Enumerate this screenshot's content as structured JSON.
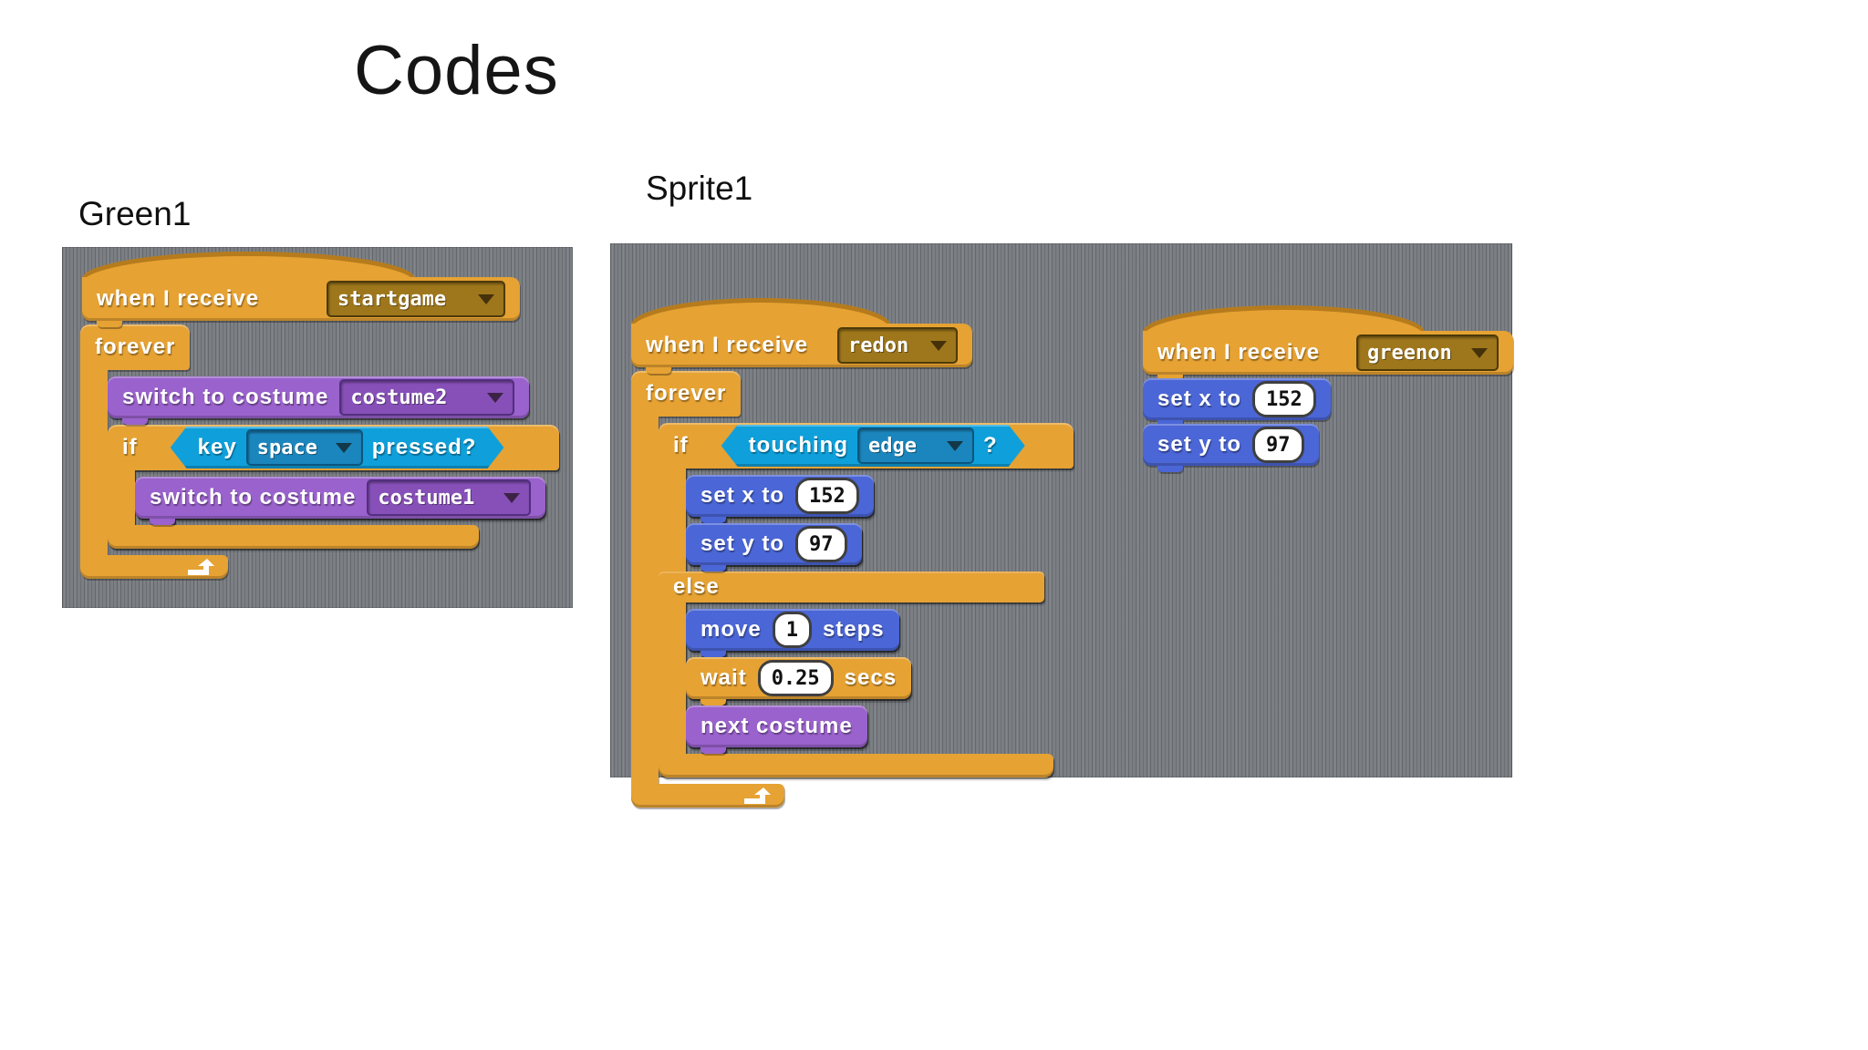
{
  "slide": {
    "title": "Codes"
  },
  "green1": {
    "label": "Green1",
    "script": {
      "when_receive": {
        "label": "when I receive",
        "broadcast": "startgame"
      },
      "forever": {
        "label": "forever"
      },
      "switch_costume2": {
        "label": "switch to costume",
        "costume": "costume2"
      },
      "if": {
        "label": "if"
      },
      "key_pressed": {
        "pre": "key",
        "key": "space",
        "post": "pressed?"
      },
      "switch_costume1": {
        "label": "switch to costume",
        "costume": "costume1"
      }
    }
  },
  "sprite1": {
    "label": "Sprite1",
    "main_script": {
      "when_receive": {
        "label": "when I receive",
        "broadcast": "redon"
      },
      "forever": {
        "label": "forever"
      },
      "if": {
        "label": "if"
      },
      "touching": {
        "pre": "touching",
        "target": "edge",
        "post": "?"
      },
      "set_x": {
        "label": "set x to",
        "value": "152"
      },
      "set_y": {
        "label": "set y to",
        "value": "97"
      },
      "else": {
        "label": "else"
      },
      "move": {
        "pre": "move",
        "value": "1",
        "post": "steps"
      },
      "wait": {
        "pre": "wait",
        "value": "0.25",
        "post": "secs"
      },
      "next_costume": {
        "label": "next costume"
      }
    },
    "second_script": {
      "when_receive": {
        "label": "when I receive",
        "broadcast": "greenon"
      },
      "set_x": {
        "label": "set x to",
        "value": "152"
      },
      "set_y": {
        "label": "set y to",
        "value": "97"
      }
    }
  },
  "colors": {
    "control_orange": "#e6a233",
    "looks_purple": "#9a62cc",
    "motion_blue": "#4b66d6",
    "sensing_blue": "#0fa0db",
    "panel_gray": "#7b7f84"
  }
}
